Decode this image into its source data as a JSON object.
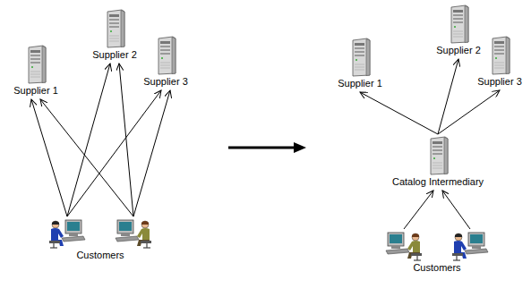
{
  "diagram": {
    "nodes": [
      {
        "text": [
          "Supplier 1"
        ]
      },
      {
        "text": [
          "Supplier 2"
        ]
      },
      {
        "text": [
          "Supplier 3"
        ]
      },
      {
        "text": [
          "Customers"
        ]
      },
      {
        "text": [
          "Supplier 1"
        ]
      },
      {
        "text": [
          "Supplier 2"
        ]
      },
      {
        "text": [
          "Supplier 3"
        ]
      },
      {
        "text": [
          "Catalog Intermediary"
        ]
      },
      {
        "text": [
          "Customers"
        ]
      }
    ],
    "edges": [
      {
        "from": 3,
        "to": 0,
        "arrow": "to"
      },
      {
        "from": 3,
        "to": 1,
        "arrow": "to"
      },
      {
        "from": 3,
        "to": 2,
        "arrow": "to"
      },
      {
        "from": 7,
        "to": 4,
        "arrow": "to"
      },
      {
        "from": 7,
        "to": 5,
        "arrow": "to"
      },
      {
        "from": 7,
        "to": 6,
        "arrow": "to"
      },
      {
        "from": 8,
        "to": 7,
        "arrow": "to"
      }
    ]
  }
}
